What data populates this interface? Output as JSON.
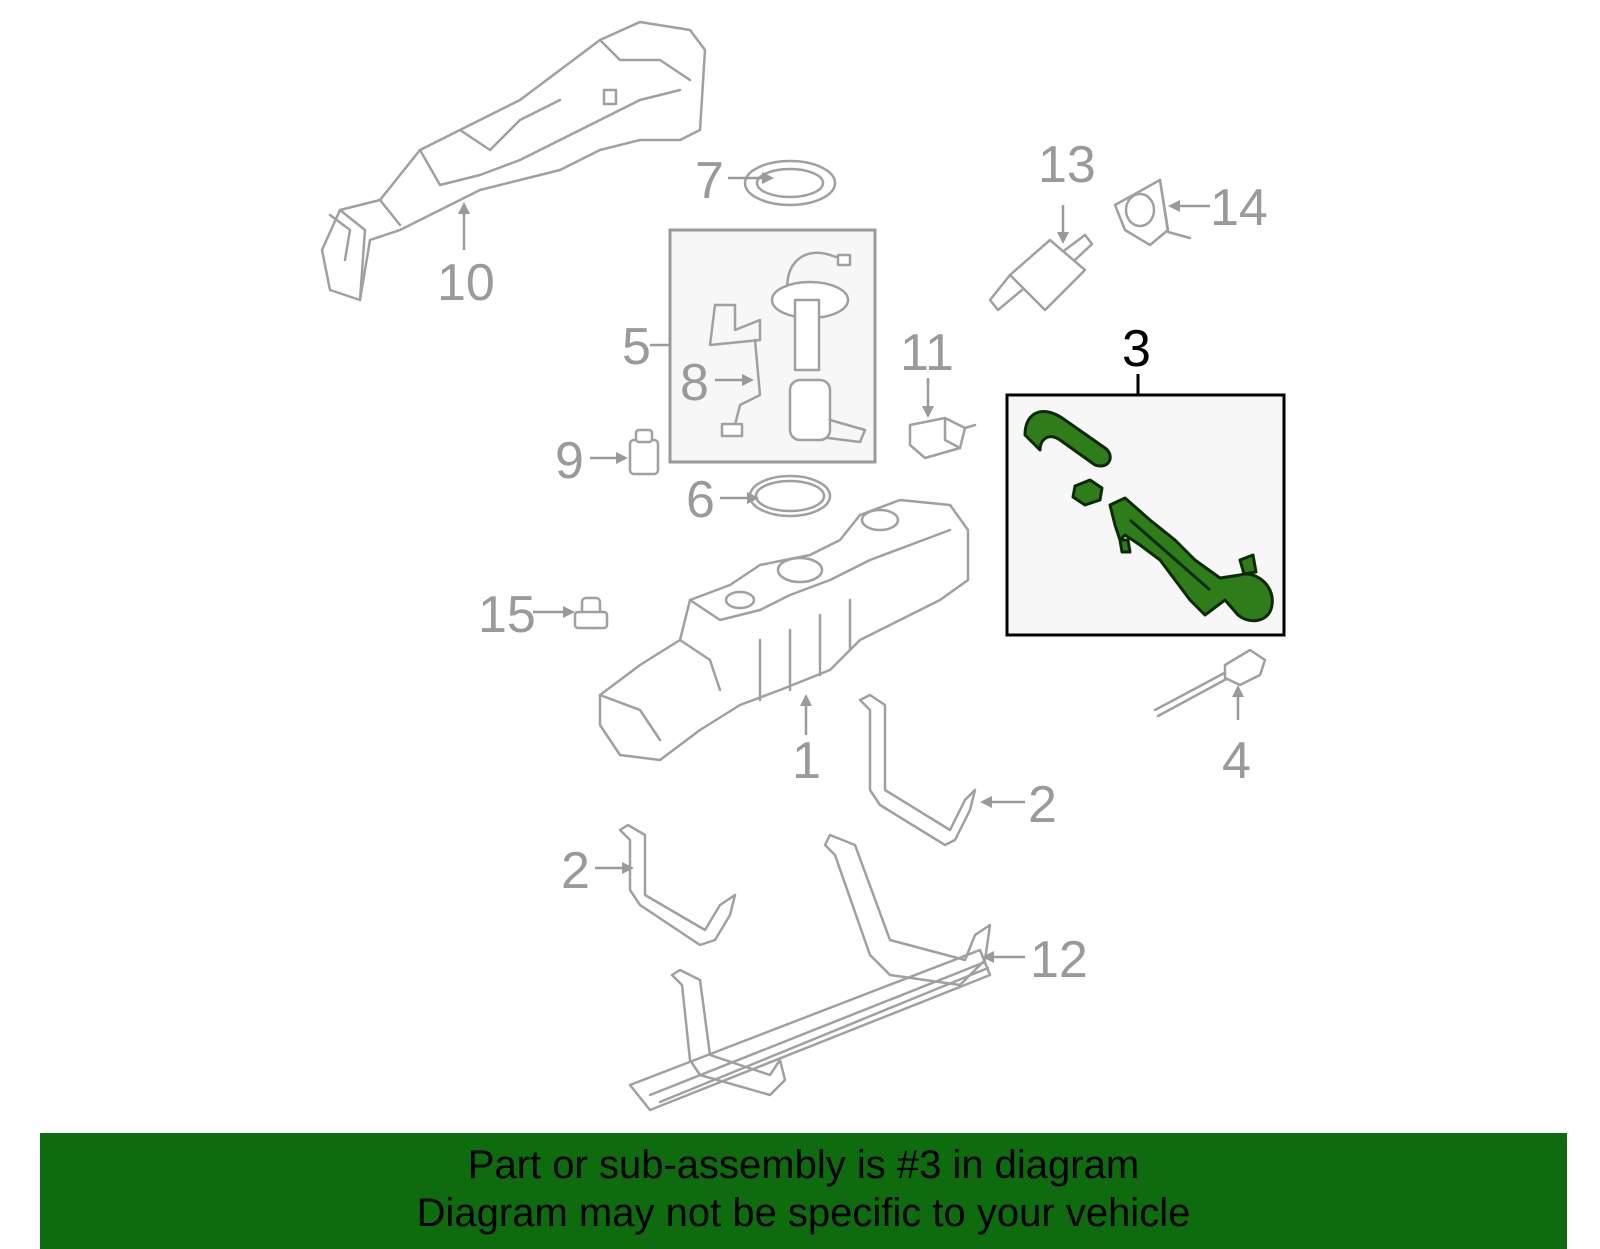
{
  "diagram": {
    "highlight_color": "#2e7d1a",
    "highlighted_part": "3",
    "callouts": {
      "c1": "1",
      "c2a": "2",
      "c2b": "2",
      "c3": "3",
      "c4": "4",
      "c5": "5",
      "c6": "6",
      "c7": "7",
      "c8": "8",
      "c9": "9",
      "c10": "10",
      "c11": "11",
      "c12": "12",
      "c13": "13",
      "c14": "14",
      "c15": "15"
    }
  },
  "banner": {
    "line1": "Part or sub-assembly is #3 in diagram",
    "line2": "Diagram may not be specific to your vehicle",
    "background": "#0e6b0e"
  }
}
